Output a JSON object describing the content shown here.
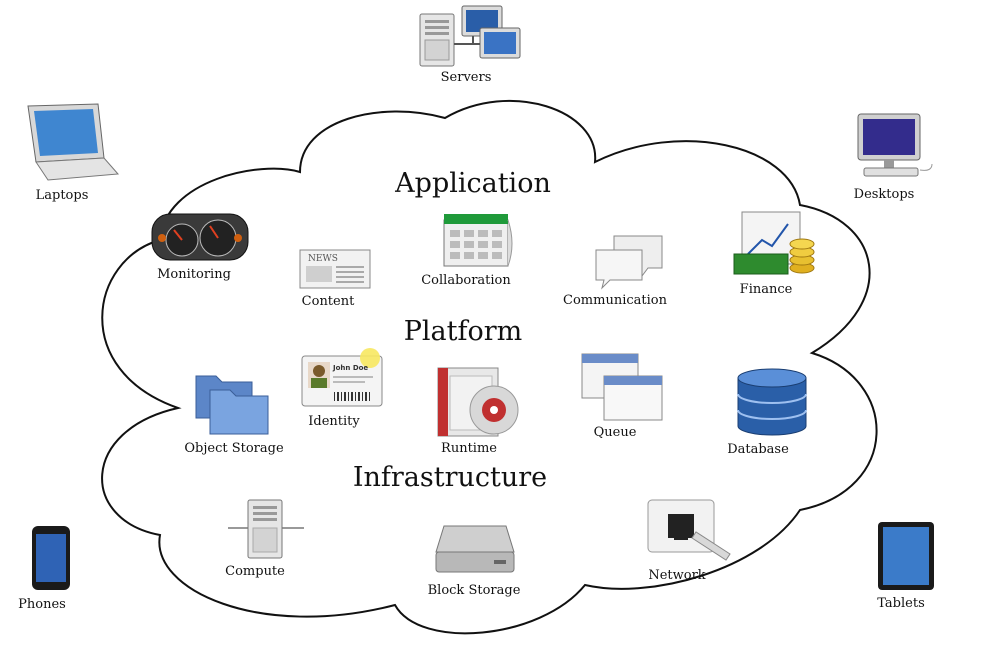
{
  "layers": {
    "application": "Application",
    "platform": "Platform",
    "infrastructure": "Infrastructure"
  },
  "devices": {
    "servers": "Servers",
    "laptops": "Laptops",
    "desktops": "Desktops",
    "phones": "Phones",
    "tablets": "Tablets"
  },
  "application": {
    "monitoring": "Monitoring",
    "content": "Content",
    "collaboration": "Collaboration",
    "communication": "Communication",
    "finance": "Finance"
  },
  "platform": {
    "object_storage": "Object Storage",
    "identity": "Identity",
    "runtime": "Runtime",
    "queue": "Queue",
    "database": "Database"
  },
  "infrastructure": {
    "compute": "Compute",
    "block_storage": "Block Storage",
    "network": "Network"
  },
  "identity_card": {
    "name": "John Doe"
  },
  "newspaper": {
    "header": "NEWS"
  }
}
